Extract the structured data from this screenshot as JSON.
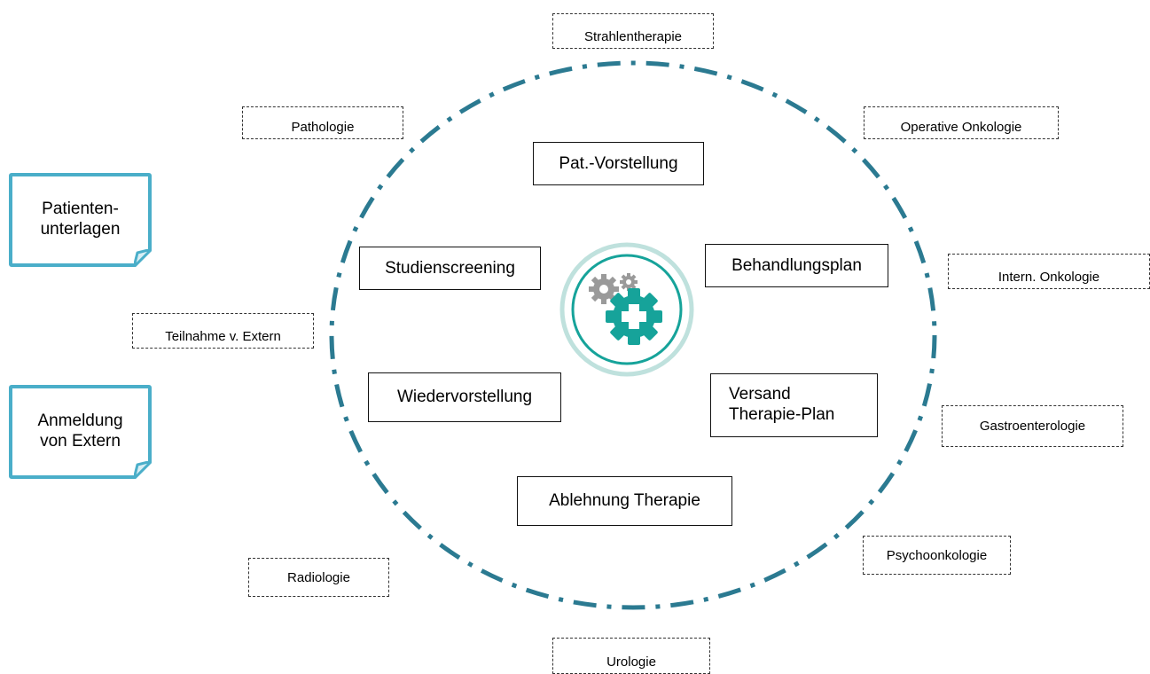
{
  "colors": {
    "ring": "#2b7a91",
    "doc_border": "#4aaec9",
    "hub_outer": "#bfe1dd",
    "gear_teal": "#16a39a",
    "gear_gray": "#9a9a9a"
  },
  "center_icon": "gears-medical-cross-icon",
  "departments": {
    "strahlentherapie": "Strahlentherapie",
    "pathologie": "Pathologie",
    "operative_onkologie": "Operative Onkologie",
    "intern_onkologie": "Intern. Onkologie",
    "teilnahme_extern": "Teilnahme v. Extern",
    "gastroenterologie": "Gastroenterologie",
    "psychoonkologie": "Psychoonkologie",
    "radiologie": "Radiologie",
    "urologie": "Urologie"
  },
  "process_steps": {
    "pat_vorstellung": "Pat.-Vorstellung",
    "studienscreening": "Studienscreening",
    "behandlungsplan": "Behandlungsplan",
    "wiedervorstellung": "Wiedervorstellung",
    "versand_line1": "Versand",
    "versand_line2": "Therapie-Plan",
    "ablehnung_therapie": "Ablehnung Therapie"
  },
  "documents": {
    "patientenunterlagen_line1": "Patienten-",
    "patientenunterlagen_line2": "unterlagen",
    "anmeldung_line1": "Anmeldung",
    "anmeldung_line2": "von Extern"
  }
}
